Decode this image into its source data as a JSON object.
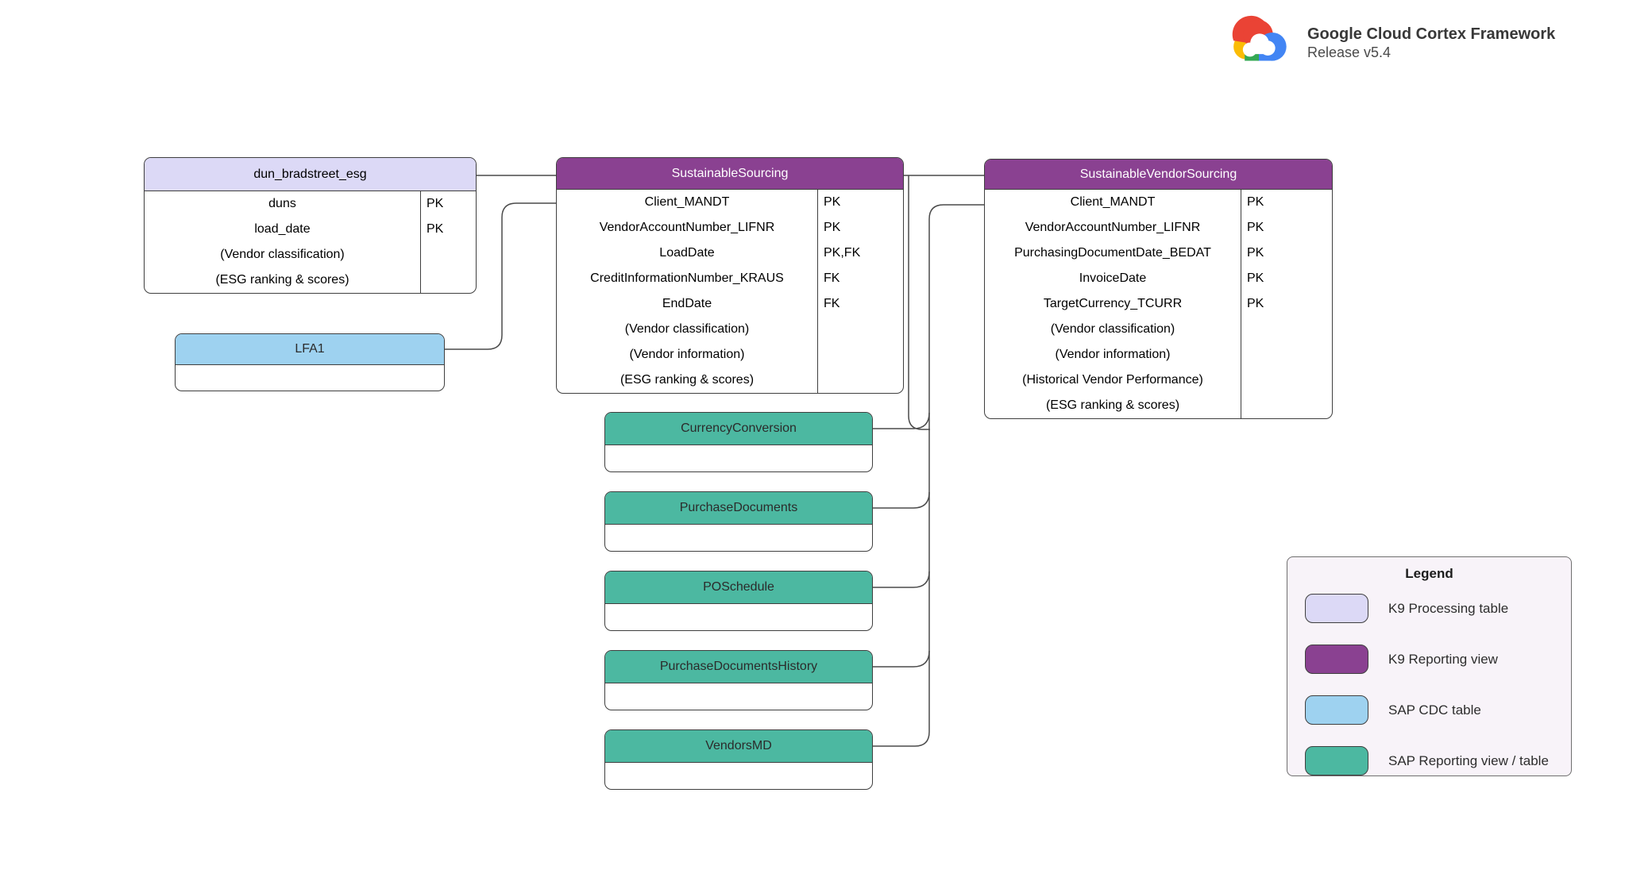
{
  "header": {
    "title": "Google Cloud Cortex Framework",
    "release": "Release v5.4",
    "logo_icon": "google-cloud-logo"
  },
  "tables": {
    "dun_bradstreet_esg": {
      "title": "dun_bradstreet_esg",
      "type": "K9 Processing table",
      "rows": [
        {
          "name": "duns",
          "key": "PK"
        },
        {
          "name": "load_date",
          "key": "PK"
        },
        {
          "name": "(Vendor classification)",
          "key": ""
        },
        {
          "name": "(ESG ranking & scores)",
          "key": ""
        }
      ]
    },
    "lfa1": {
      "title": "LFA1",
      "type": "SAP CDC table"
    },
    "sustainable_sourcing": {
      "title": "SustainableSourcing",
      "type": "K9 Reporting view",
      "rows": [
        {
          "name": "Client_MANDT",
          "key": "PK"
        },
        {
          "name": "VendorAccountNumber_LIFNR",
          "key": "PK"
        },
        {
          "name": "LoadDate",
          "key": "PK,FK"
        },
        {
          "name": "CreditInformationNumber_KRAUS",
          "key": "FK"
        },
        {
          "name": "EndDate",
          "key": "FK"
        },
        {
          "name": "(Vendor classification)",
          "key": ""
        },
        {
          "name": "(Vendor information)",
          "key": ""
        },
        {
          "name": "(ESG ranking & scores)",
          "key": ""
        }
      ]
    },
    "sustainable_vendor_sourcing": {
      "title": "SustainableVendorSourcing",
      "type": "K9 Reporting view",
      "rows": [
        {
          "name": "Client_MANDT",
          "key": "PK"
        },
        {
          "name": "VendorAccountNumber_LIFNR",
          "key": "PK"
        },
        {
          "name": "PurchasingDocumentDate_BEDAT",
          "key": "PK"
        },
        {
          "name": "InvoiceDate",
          "key": "PK"
        },
        {
          "name": "TargetCurrency_TCURR",
          "key": "PK"
        },
        {
          "name": "(Vendor classification)",
          "key": ""
        },
        {
          "name": "(Vendor information)",
          "key": ""
        },
        {
          "name": "(Historical Vendor Performance)",
          "key": ""
        },
        {
          "name": "(ESG ranking & scores)",
          "key": ""
        }
      ]
    },
    "sap_tables": [
      {
        "title": "CurrencyConversion"
      },
      {
        "title": "PurchaseDocuments"
      },
      {
        "title": "POSchedule"
      },
      {
        "title": "PurchaseDocumentsHistory"
      },
      {
        "title": "VendorsMD"
      }
    ]
  },
  "legend": {
    "title": "Legend",
    "items": [
      {
        "label": "K9 Processing table",
        "color": "#dcd9f6"
      },
      {
        "label": "K9 Reporting view",
        "color": "#8a4191"
      },
      {
        "label": "SAP CDC table",
        "color": "#9ed2f0"
      },
      {
        "label": "SAP Reporting view / table",
        "color": "#4cb8a1"
      }
    ]
  },
  "colors": {
    "k9_processing": "#dcd9f6",
    "k9_reporting": "#8a4191",
    "sap_cdc": "#9ed2f0",
    "sap_reporting": "#4cb8a1",
    "connector": "#4a4a4a",
    "legend_bg": "#f8f3f9"
  }
}
